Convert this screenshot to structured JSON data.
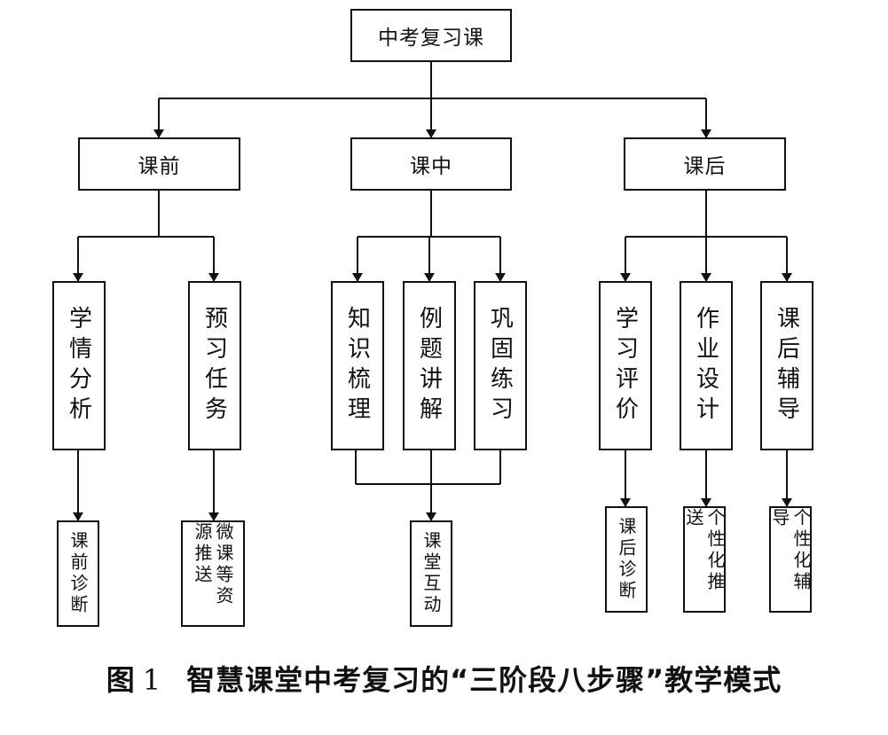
{
  "diagram": {
    "root": "中考复习课",
    "phases": [
      {
        "label": "课前",
        "steps": [
          "学情分析",
          "预习任务"
        ],
        "outputs": [
          "课前诊断",
          "微课等资源推送"
        ]
      },
      {
        "label": "课中",
        "steps": [
          "知识梳理",
          "例题讲解",
          "巩固练习"
        ],
        "outputs": [
          "课堂互动"
        ]
      },
      {
        "label": "课后",
        "steps": [
          "学习评价",
          "作业设计",
          "课后辅导"
        ],
        "outputs": [
          "课后诊断",
          "个性化推送",
          "个性化辅导"
        ]
      }
    ]
  },
  "caption": {
    "prefix": "图",
    "number": "1",
    "text": "智慧课堂中考复习的“三阶段八步骤”教学模式"
  }
}
